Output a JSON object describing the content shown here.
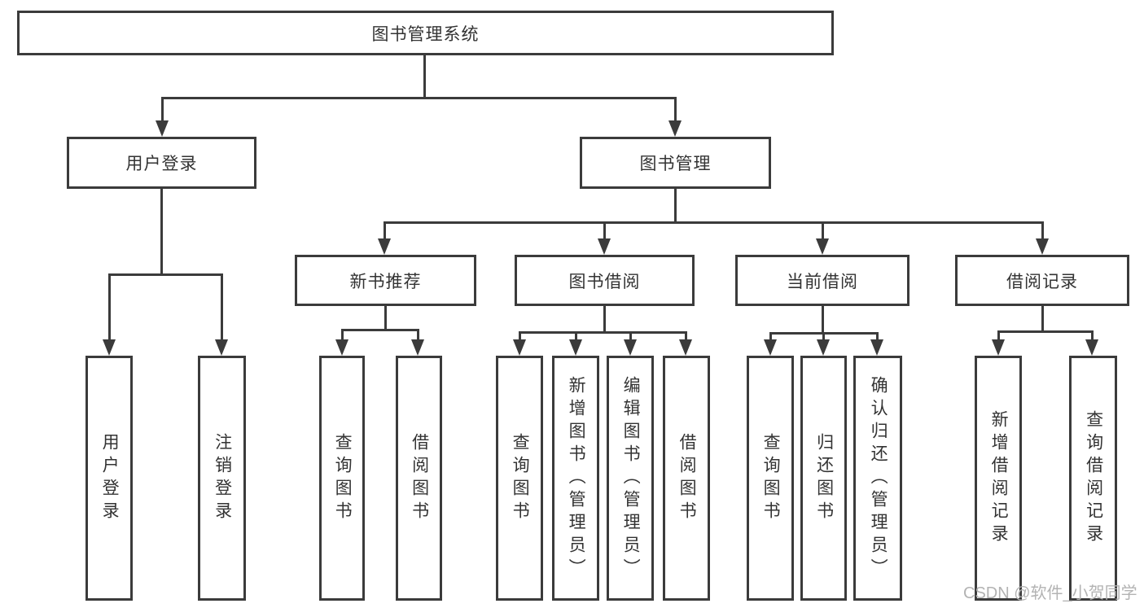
{
  "root": {
    "label": "图书管理系统"
  },
  "branches": {
    "user_login": {
      "label": "用户登录",
      "children": [
        "用户登录",
        "注销登录"
      ]
    },
    "book_management": {
      "label": "图书管理",
      "sections": [
        {
          "label": "新书推荐",
          "children": [
            "查询图书",
            "借阅图书"
          ]
        },
        {
          "label": "图书借阅",
          "children": [
            "查询图书",
            "新增图书（管理员）",
            "编辑图书（管理员）",
            "借阅图书"
          ]
        },
        {
          "label": "当前借阅",
          "children": [
            "查询图书",
            "归还图书",
            "确认归还（管理员）"
          ]
        },
        {
          "label": "借阅记录",
          "children": [
            "新增借阅记录",
            "查询借阅记录"
          ]
        }
      ]
    }
  },
  "watermark": {
    "text": "CSDN @软件_小贺同学"
  },
  "colors": {
    "line": "#3b3b3b",
    "box_bg": "#ffffff",
    "text": "#333333",
    "watermark": "#b3b3b3",
    "page_bg": "#ffffff"
  }
}
